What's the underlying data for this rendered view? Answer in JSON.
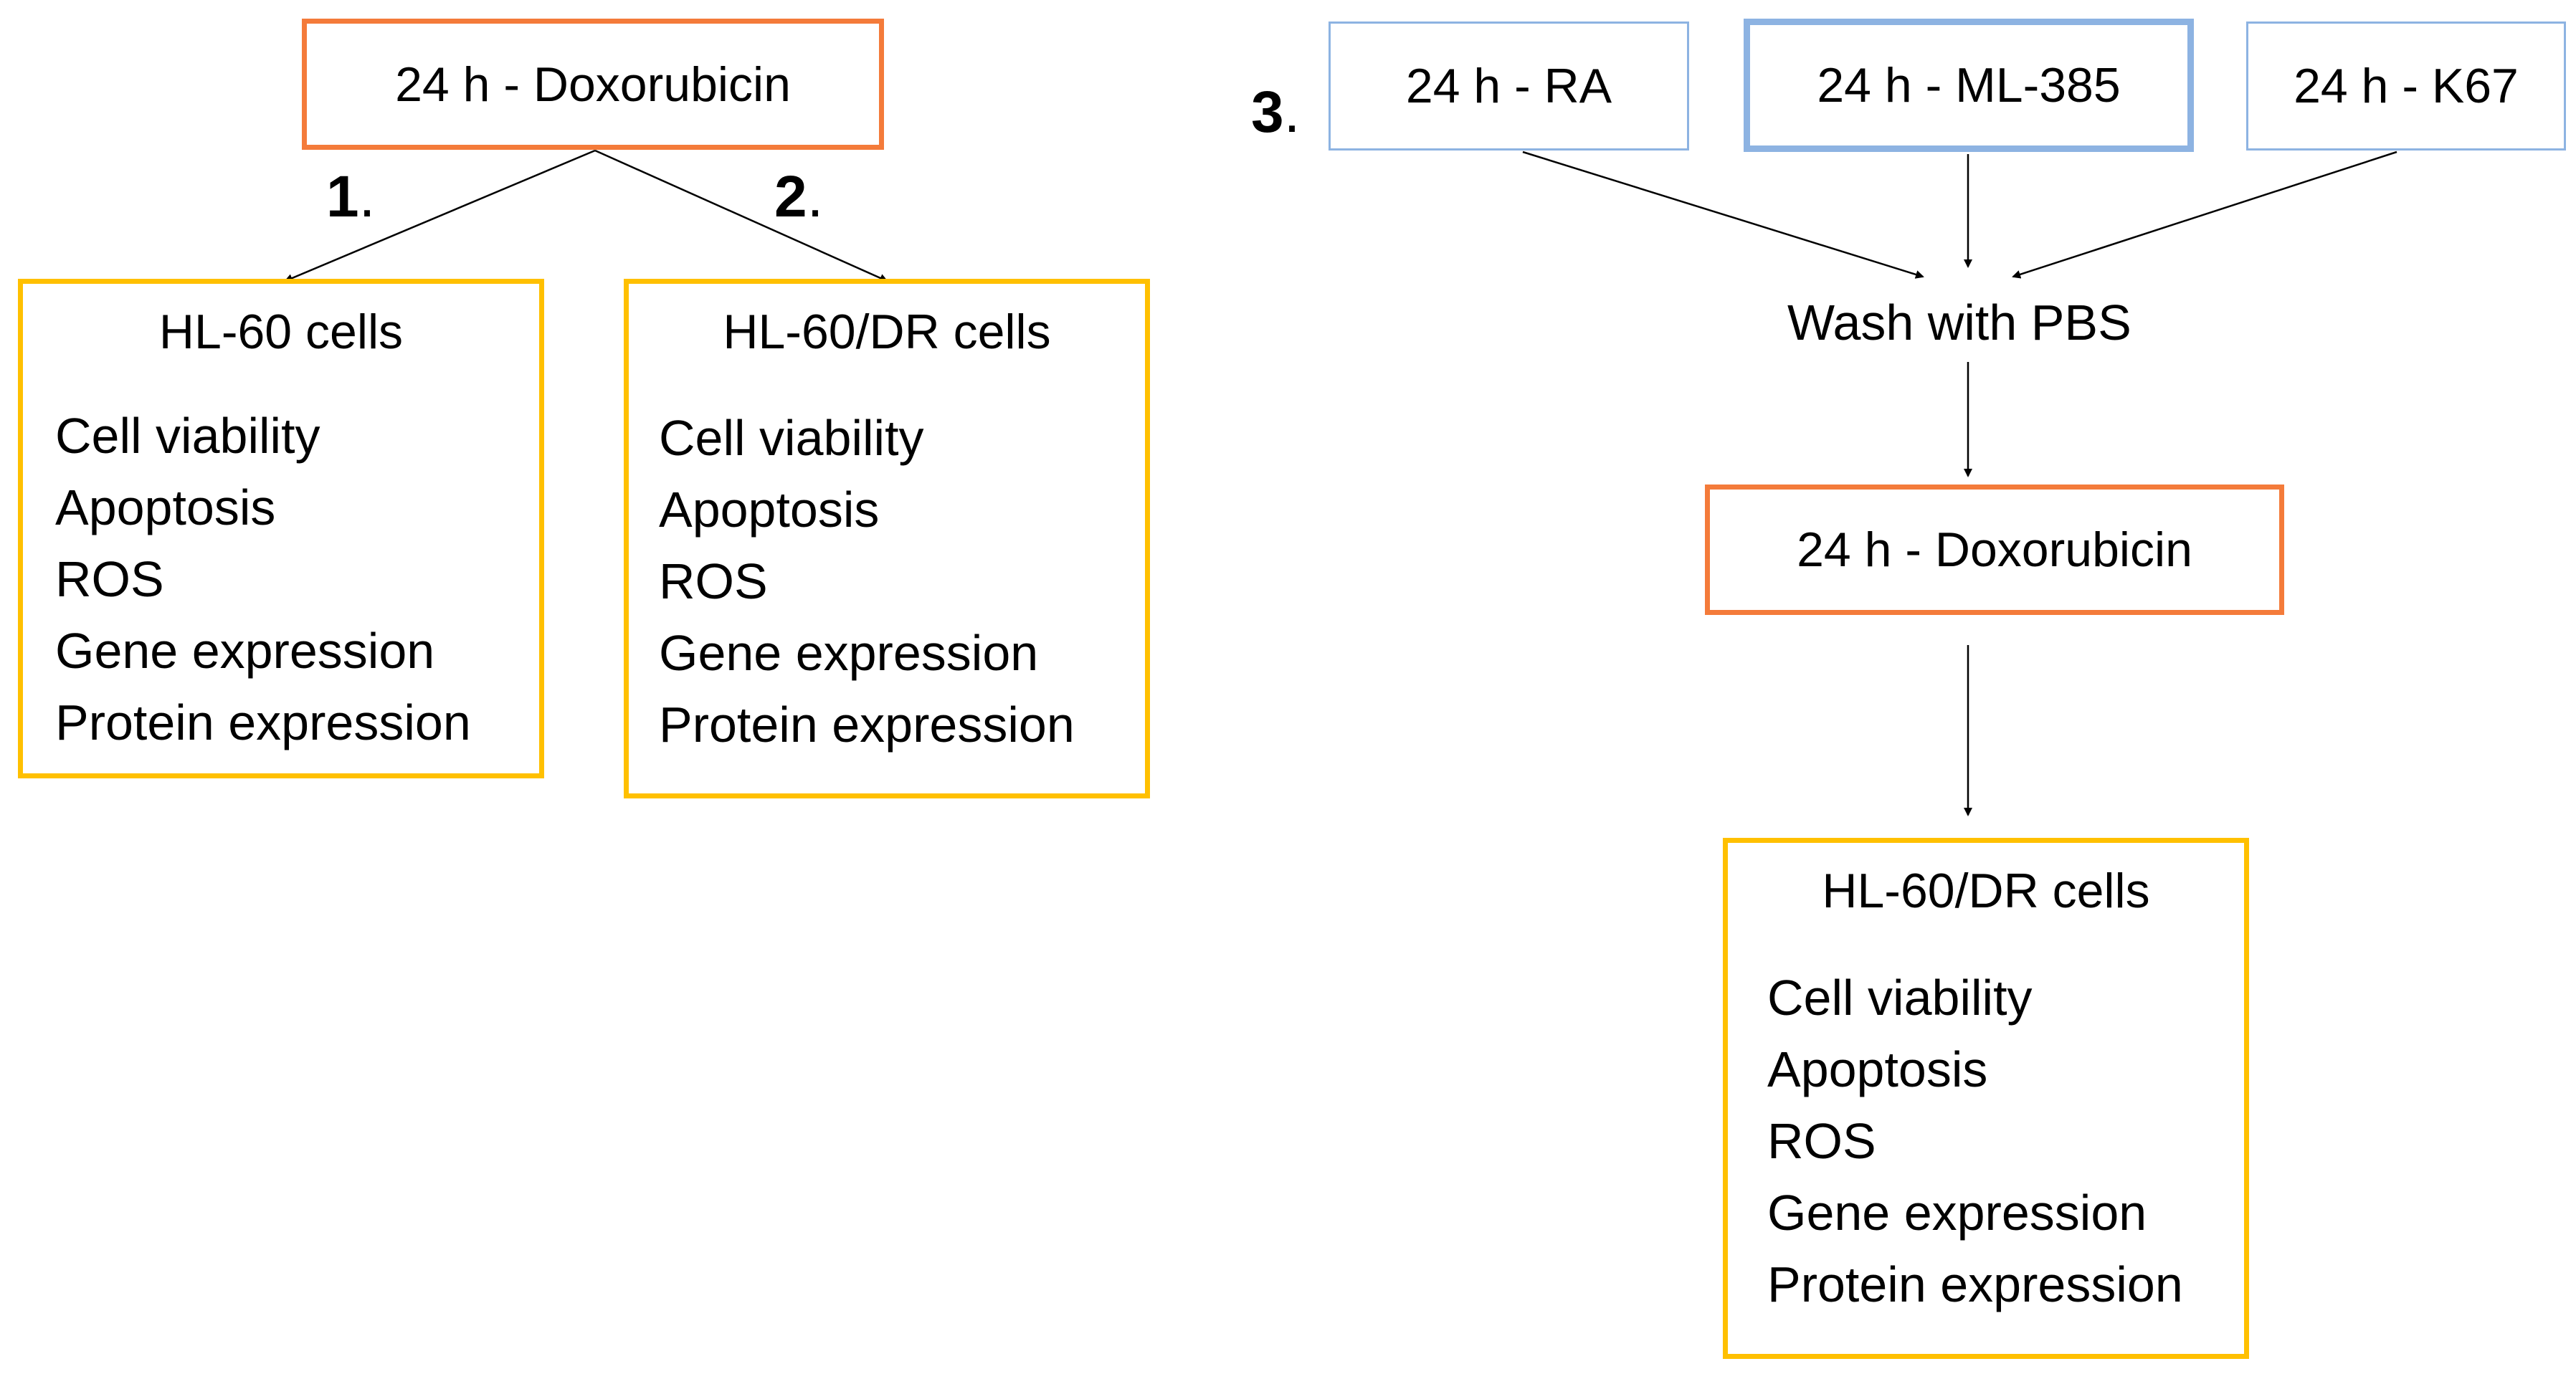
{
  "steps": {
    "one": "1",
    "two": "2",
    "three": "3",
    "dot": "."
  },
  "left": {
    "doxo_box": "24 h - Doxorubicin",
    "panel_1": {
      "title": "HL-60 cells",
      "items": [
        "Cell viability",
        "Apoptosis",
        "ROS",
        "Gene expression",
        "Protein expression"
      ]
    },
    "panel_2": {
      "title": "HL-60/DR cells",
      "items": [
        "Cell viability",
        "Apoptosis",
        "ROS",
        "Gene expression",
        "Protein expression"
      ]
    }
  },
  "right": {
    "pretreatments": [
      "24 h - RA",
      "24 h - ML-385",
      "24 h - K67"
    ],
    "wash": "Wash with PBS",
    "doxo_box": "24 h - Doxorubicin",
    "panel_3": {
      "title": "HL-60/DR cells",
      "items": [
        "Cell viability",
        "Apoptosis",
        "ROS",
        "Gene expression",
        "Protein expression"
      ]
    }
  },
  "colors": {
    "doxorubicin_border": "#F47B3A",
    "pretreatment_border": "#8DB3E2",
    "panel_border": "#FFC000",
    "arrow": "#000000"
  }
}
